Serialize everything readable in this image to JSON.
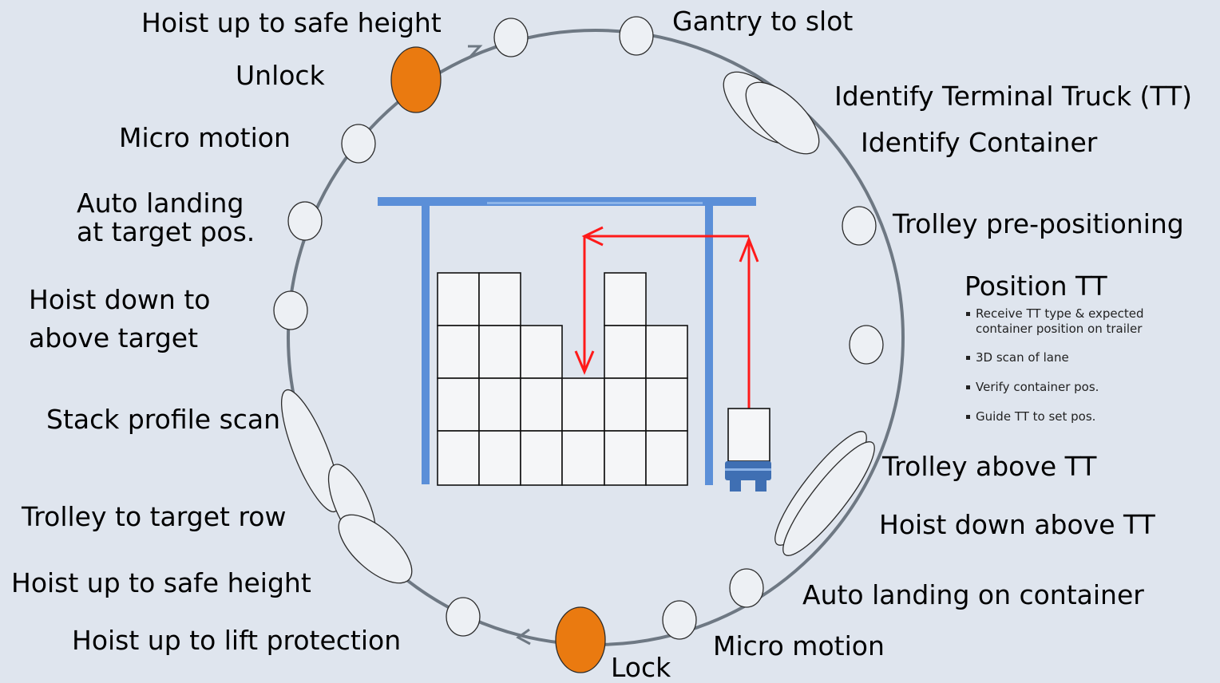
{
  "colors": {
    "background": "#dfe5ee",
    "cycle_ring": "#6e7883",
    "step_node_fill": "#edf0f4",
    "lock_node_fill": "#ea7a10",
    "crane_frame": "#5b8fd8",
    "trolley_path": "#ff1a1a",
    "truck": "#3f6fb3"
  },
  "icons": {
    "crane": "crane-frame-icon",
    "truck": "terminal-truck-icon",
    "cycle_direction": "arrow-head-icon"
  },
  "labels": {
    "hoist_up_safe_top": "Hoist up to safe height",
    "gantry_to_slot": "Gantry to slot",
    "unlock": "Unlock",
    "identify_tt": "Identify  Terminal Truck (TT)",
    "identify_container": "Identify Container",
    "micro_motion_left": "Micro motion",
    "auto_landing_target": "Auto landing\nat target pos.",
    "trolley_prepositioning": "Trolley pre-positioning",
    "hoist_down_above_target": "Hoist down to\nabove target",
    "stack_profile_scan": "Stack profile scan",
    "trolley_above_tt": "Trolley above TT",
    "trolley_to_target_row": "Trolley to target row",
    "hoist_down_above_tt": "Hoist down  above TT",
    "hoist_up_safe_bottom": "Hoist up to safe height",
    "auto_landing_container": "Auto landing on container",
    "hoist_up_lift_protection": "Hoist up to lift protection",
    "micro_motion_right": "Micro motion",
    "lock": "Lock"
  },
  "position_tt": {
    "title": "Position TT",
    "bullets": [
      "Receive TT type & expected\ncontainer position on trailer",
      "3D scan of lane",
      "Verify container pos.",
      "Guide TT to set pos."
    ]
  }
}
